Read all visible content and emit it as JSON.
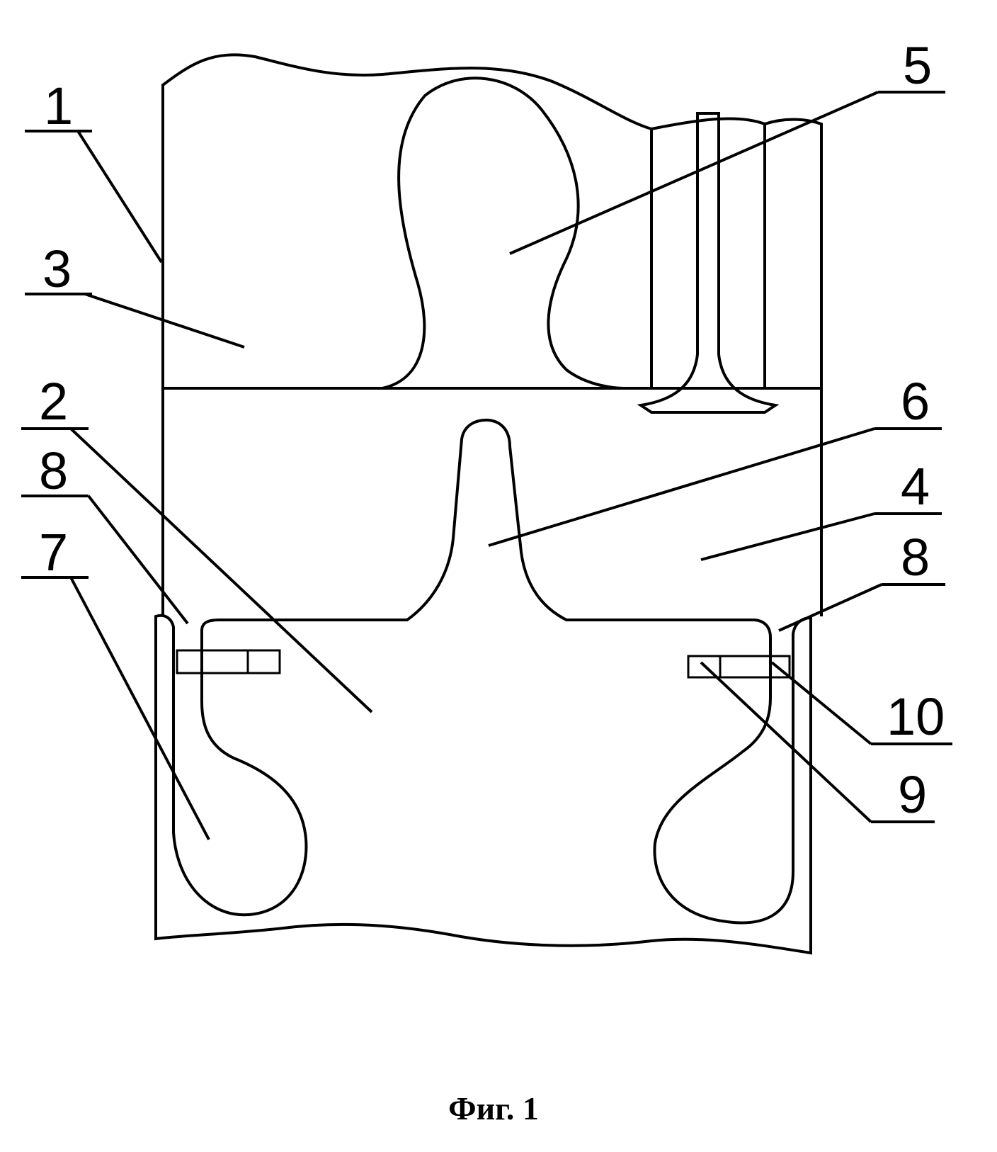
{
  "figure": {
    "caption": "Фиг. 1",
    "labels": {
      "cylinder": "1",
      "cylinder_head": "3",
      "piston": "2",
      "gap_left": "8",
      "cavity_left": "7",
      "head_chamber": "5",
      "piston_protrusion": "6",
      "combustion_chamber": "4",
      "gap_right": "8",
      "ring_part_10": "10",
      "ring_part_9": "9"
    }
  }
}
